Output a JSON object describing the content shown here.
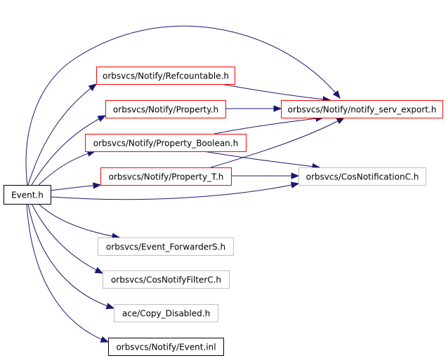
{
  "colors": {
    "edge": "#191970",
    "border_documented": "#ff0000",
    "border_undocumented": "#bfbfbf",
    "border_plain": "#000000",
    "root_fill": "#bfbfbf"
  },
  "nodes": [
    {
      "id": "event_h",
      "label": "Event.h",
      "style": "root"
    },
    {
      "id": "refcountable",
      "label": "orbsvcs/Notify/Refcountable.h",
      "style": "documented"
    },
    {
      "id": "property",
      "label": "orbsvcs/Notify/Property.h",
      "style": "documented"
    },
    {
      "id": "property_boolean",
      "label": "orbsvcs/Notify/Property_Boolean.h",
      "style": "documented"
    },
    {
      "id": "property_t",
      "label": "orbsvcs/Notify/Property_T.h",
      "style": "documented"
    },
    {
      "id": "notify_serv_export",
      "label": "orbsvcs/Notify/notify_serv_export.h",
      "style": "documented"
    },
    {
      "id": "cos_notification_c",
      "label": "orbsvcs/CosNotificationC.h",
      "style": "undocumented"
    },
    {
      "id": "event_forwarder_s",
      "label": "orbsvcs/Event_ForwarderS.h",
      "style": "undocumented"
    },
    {
      "id": "cos_notify_filter_c",
      "label": "orbsvcs/CosNotifyFilterC.h",
      "style": "undocumented"
    },
    {
      "id": "copy_disabled",
      "label": "ace/Copy_Disabled.h",
      "style": "undocumented"
    },
    {
      "id": "event_inl",
      "label": "orbsvcs/Notify/Event.inl",
      "style": "plain"
    }
  ],
  "edges": [
    {
      "from": "event_h",
      "to": "notify_serv_export"
    },
    {
      "from": "event_h",
      "to": "refcountable"
    },
    {
      "from": "event_h",
      "to": "property"
    },
    {
      "from": "event_h",
      "to": "property_boolean"
    },
    {
      "from": "event_h",
      "to": "property_t"
    },
    {
      "from": "event_h",
      "to": "cos_notification_c"
    },
    {
      "from": "event_h",
      "to": "event_forwarder_s"
    },
    {
      "from": "event_h",
      "to": "cos_notify_filter_c"
    },
    {
      "from": "event_h",
      "to": "copy_disabled"
    },
    {
      "from": "event_h",
      "to": "event_inl"
    },
    {
      "from": "refcountable",
      "to": "notify_serv_export"
    },
    {
      "from": "property",
      "to": "notify_serv_export"
    },
    {
      "from": "property_boolean",
      "to": "notify_serv_export"
    },
    {
      "from": "property_boolean",
      "to": "cos_notification_c"
    },
    {
      "from": "property_t",
      "to": "notify_serv_export"
    },
    {
      "from": "property_t",
      "to": "cos_notification_c"
    }
  ]
}
